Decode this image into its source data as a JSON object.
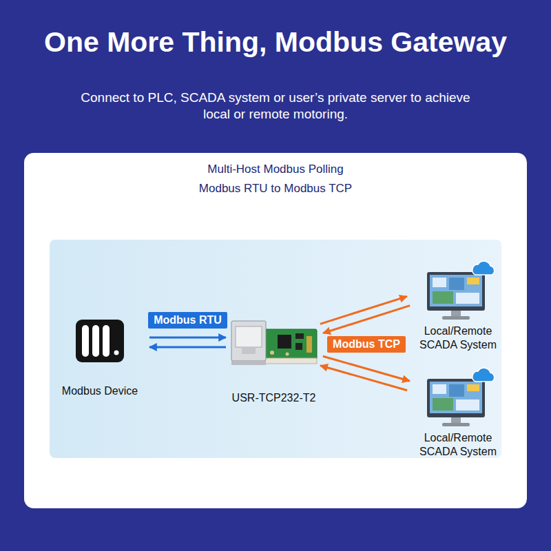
{
  "diagram": {
    "title": "One More Thing, Modbus Gateway",
    "nodes": [
      {
        "text": [
          "Multi-Host Modbus Polling",
          "Modbus RTU to Modbus TCP"
        ]
      },
      {
        "text": [
          "Modbus Device"
        ],
        "in": 0
      },
      {
        "text": [
          "USR-TCP232-T2"
        ],
        "in": 0
      },
      {
        "text": [
          "Local/Remote SCADA System"
        ],
        "in": 0
      },
      {
        "text": [
          "Local/Remote SCADA System"
        ],
        "in": 0
      }
    ],
    "edges": [
      {
        "from": 1,
        "to": 2,
        "arrow": "both",
        "label": "Modbus RTU"
      },
      {
        "from": 2,
        "to": 3,
        "arrow": "both",
        "label": "Modbus TCP"
      },
      {
        "from": 2,
        "to": 4,
        "arrow": "both"
      }
    ],
    "labels": [
      "Connect to PLC, SCADA system or user’s private server to achieve local or remote motoring."
    ]
  }
}
